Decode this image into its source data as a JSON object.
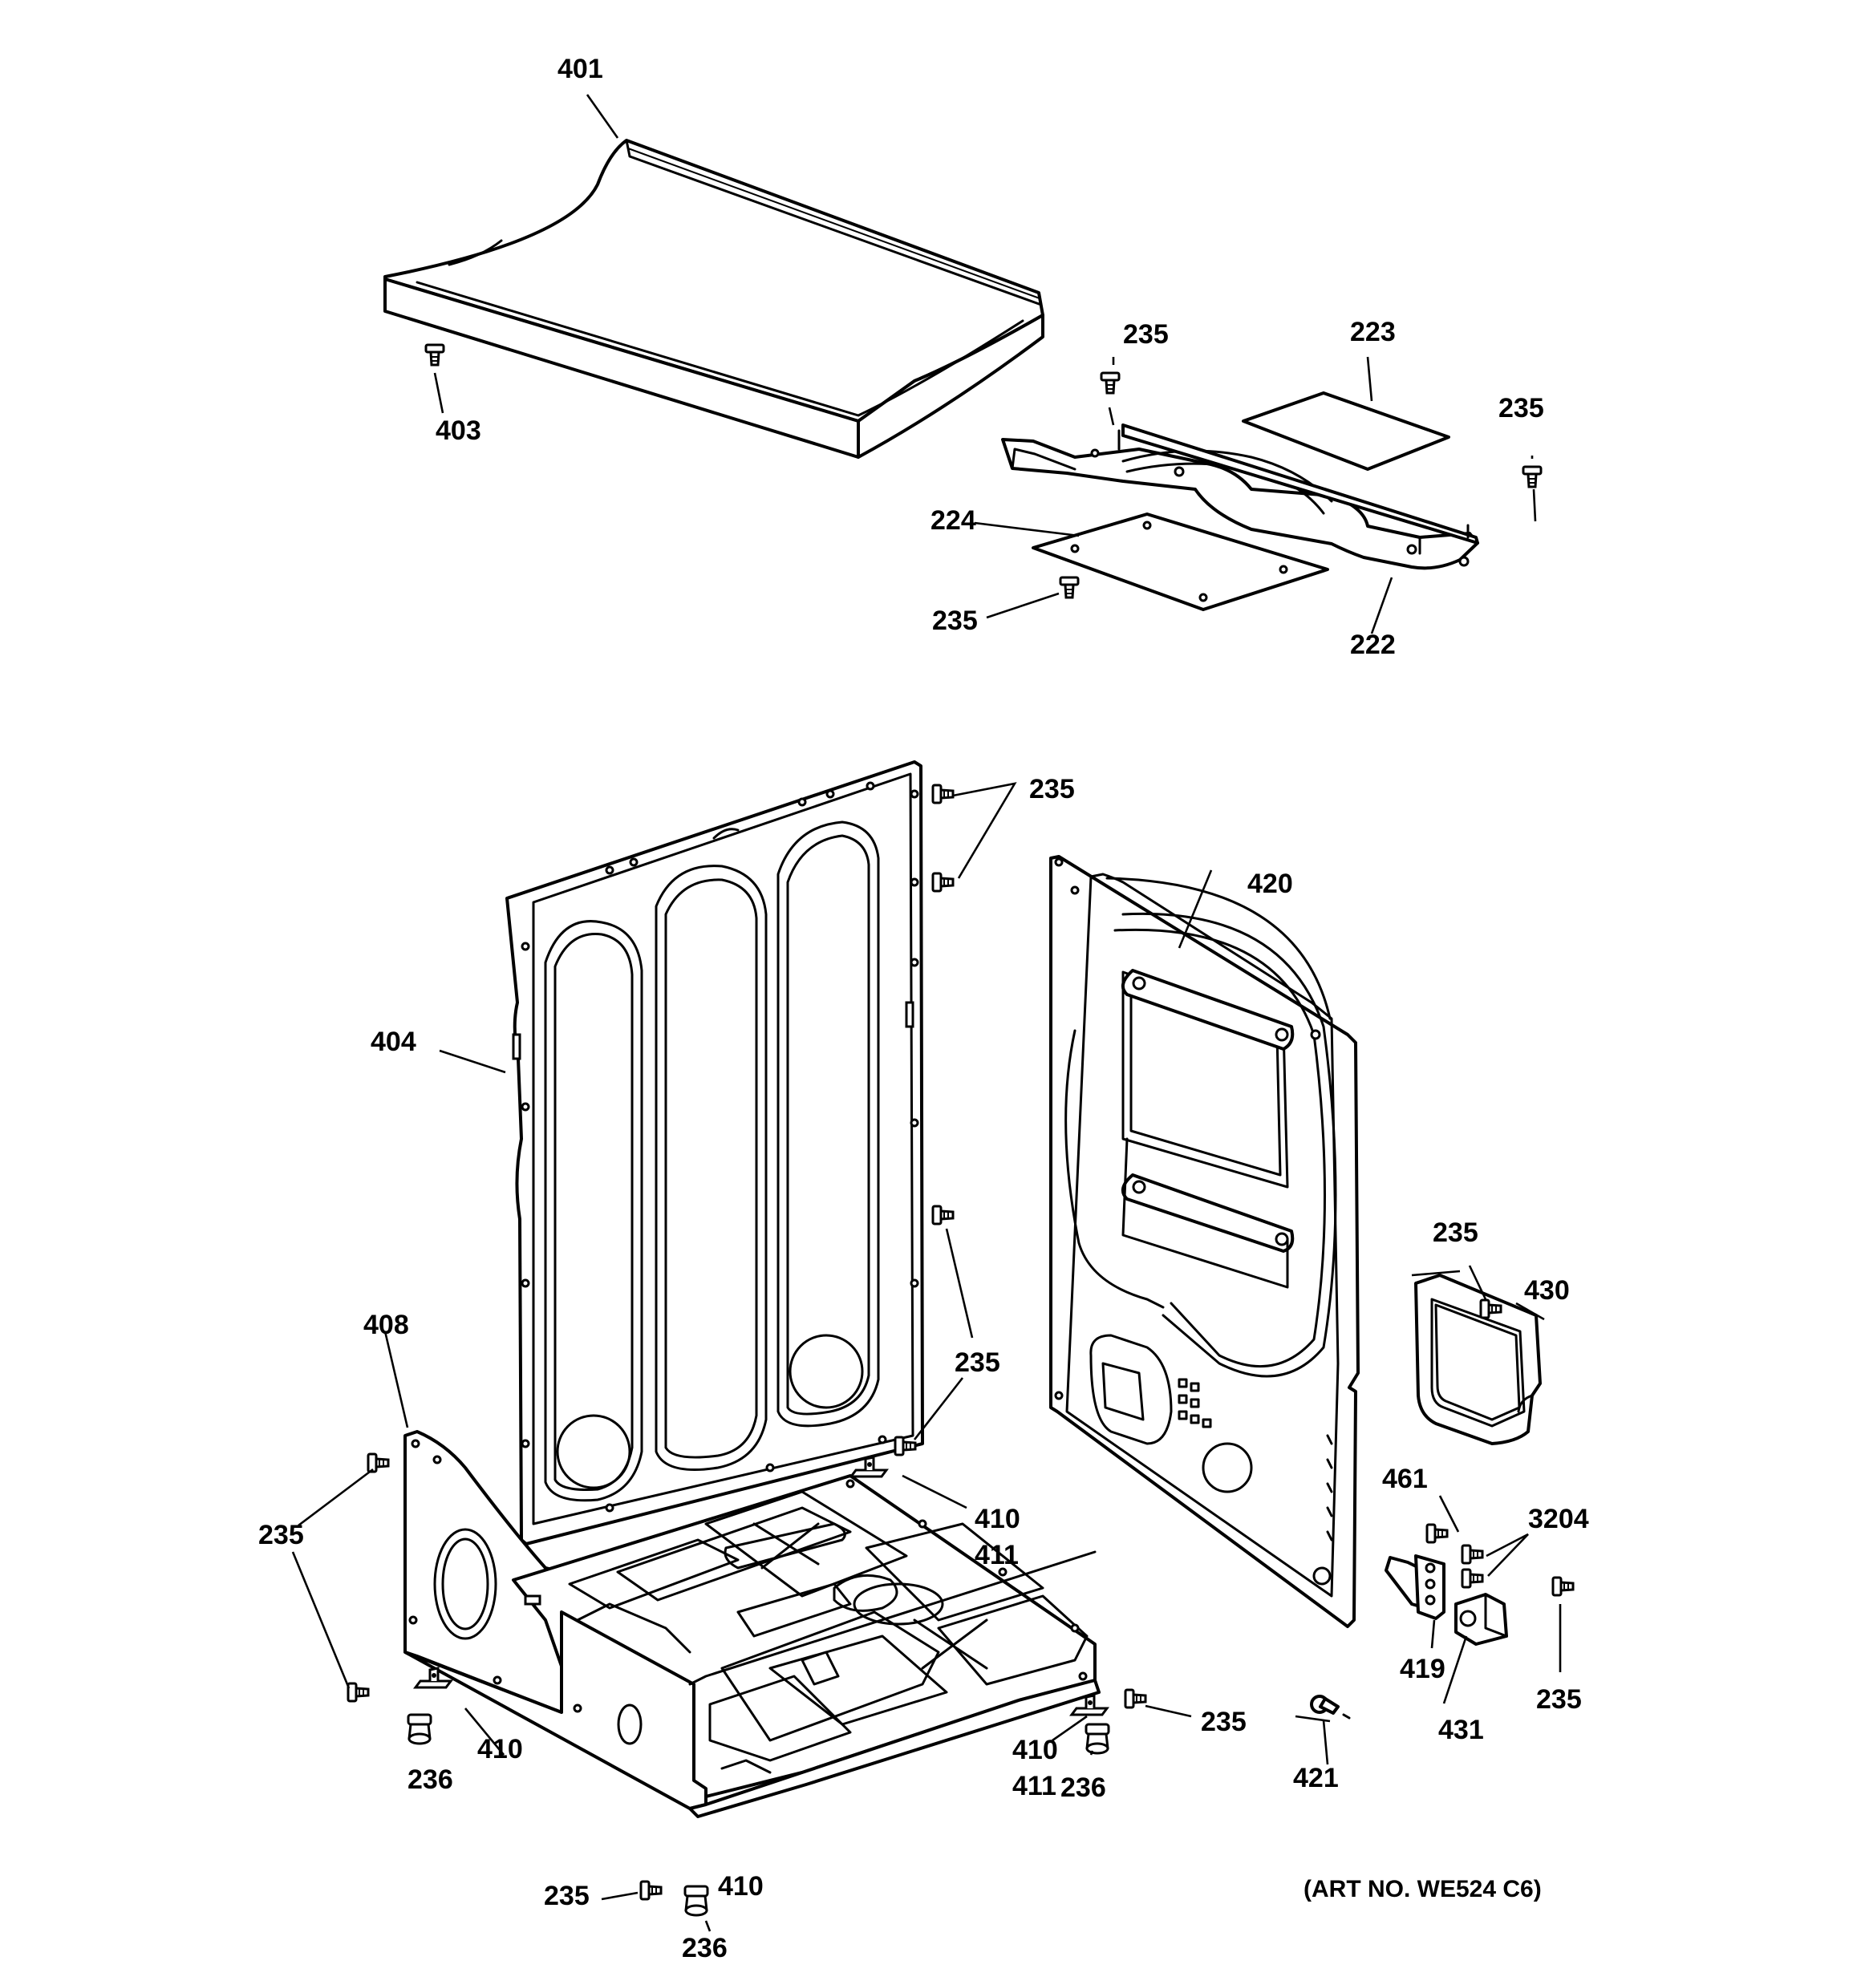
{
  "labels": {
    "p401": "401",
    "p403": "403",
    "p235": "235",
    "p223": "223",
    "p224": "224",
    "p222": "222",
    "p420": "420",
    "p404": "404",
    "p408": "408",
    "p430": "430",
    "p461": "461",
    "p3204": "3204",
    "p419": "419",
    "p431": "431",
    "p410": "410",
    "p411": "411",
    "p236": "236",
    "p421": "421"
  },
  "art_number": "(ART NO. WE524 C6)"
}
